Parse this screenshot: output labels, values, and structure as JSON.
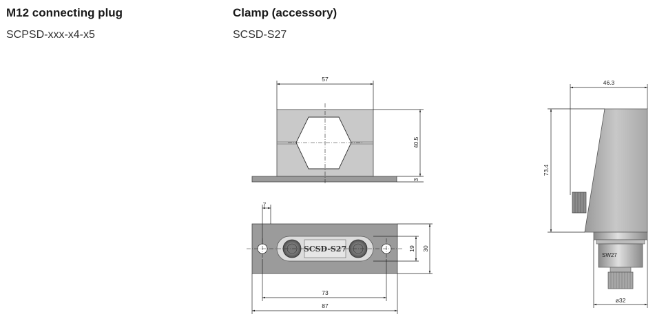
{
  "plug": {
    "title": "M12 connecting plug",
    "code": "SCPSD-xxx-x4-x5"
  },
  "clamp": {
    "title": "Clamp (accessory)",
    "code": "SCSD-S27",
    "engraving": "SCSD-S27",
    "dims": {
      "width": "57",
      "height": "40.5",
      "base": "3",
      "hole_offset": "7",
      "slot": "19",
      "depth": "30",
      "hole_pitch": "73",
      "length": "87"
    }
  },
  "sensor": {
    "dims": {
      "width": "46.3",
      "height": "73.4",
      "diameter": "ø32"
    },
    "wrench": "SW27"
  }
}
